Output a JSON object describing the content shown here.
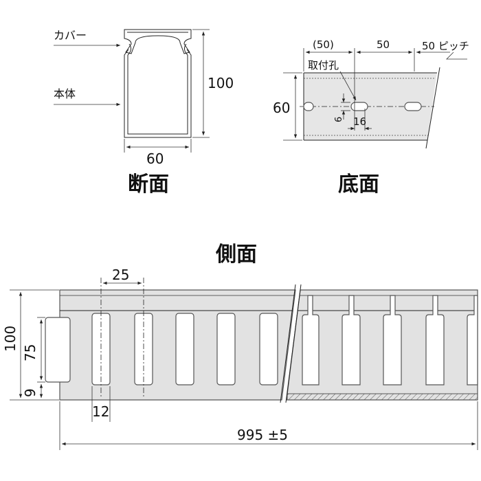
{
  "cross_section": {
    "title": "断面",
    "cover_label": "カバー",
    "body_label": "本体",
    "height_dim": "100",
    "width_dim": "60"
  },
  "bottom_view": {
    "title": "底面",
    "pitch_first": "(50)",
    "pitch_second": "50",
    "pitch_note": "50 ピッチ",
    "hole_label": "取付孔",
    "width_dim": "60",
    "hole_width": "6",
    "hole_length": "16"
  },
  "side_view": {
    "title": "側面",
    "slot_pitch": "25",
    "total_height": "100",
    "slot_height": "75",
    "bottom_gap": "9",
    "slot_width": "12",
    "length": "995 ±5"
  }
}
